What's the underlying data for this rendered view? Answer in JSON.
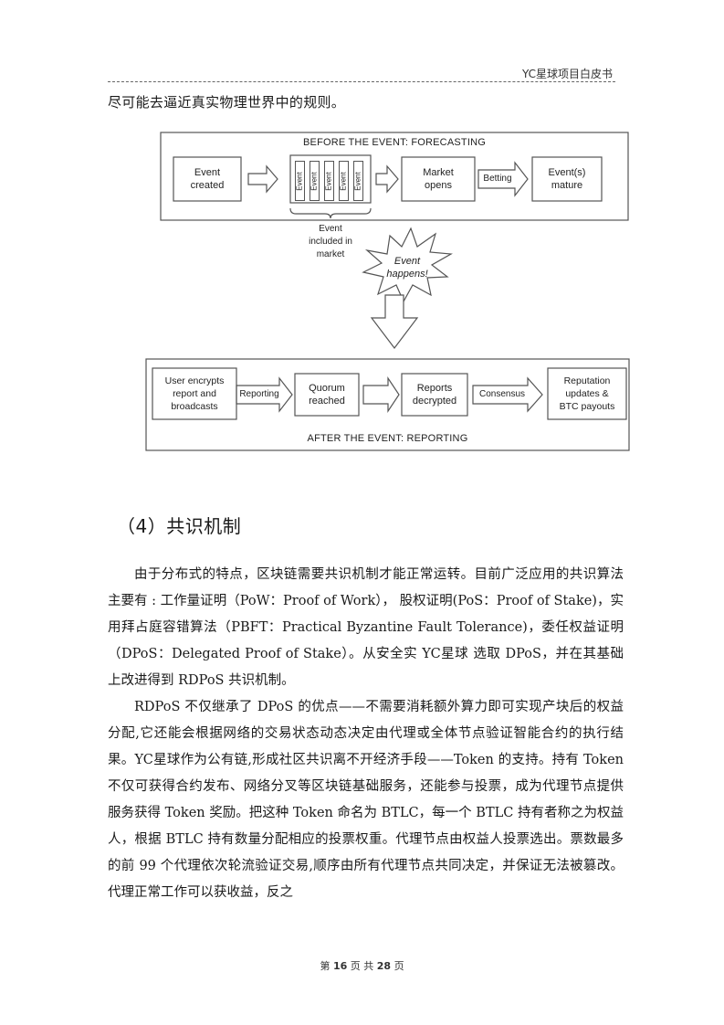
{
  "header": {
    "title": "YC星球项目白皮书"
  },
  "lead_line": "尽可能去逼近真实物理世界中的规则。",
  "figure": {
    "top_heading": "BEFORE THE EVENT: FORECASTING",
    "bottom_heading": "AFTER THE EVENT: REPORTING",
    "forecast_boxes": [
      "Event\ncreated",
      "Market\nopens",
      "Event(s)\nmature"
    ],
    "event_cards": [
      "Event",
      "Event",
      "Event",
      "Event",
      "Event"
    ],
    "betting_label": "Betting",
    "included_label": "Event\nincluded in\nmarket",
    "burst_label": "Event\nhappens!",
    "report_boxes": [
      "User encrypts\nreport and\nbroadcasts",
      "Quorum\nreached",
      "Reports\ndecrypted",
      "Reputation\nupdates &\nBTC payouts"
    ],
    "reporting_label": "Reporting",
    "consensus_label": "Consensus"
  },
  "section": {
    "heading": "（4）共识机制"
  },
  "paragraphs": [
    "由于分布式的特点，区块链需要共识机制才能正常运转。目前广泛应用的共识算法主要有 : 工作量证明（PoW：Proof of Work），  股权证明(PoS：Proof of Stake)，实用拜占庭容错算法（PBFT：Practical Byzantine Fault Tolerance)，委任权益证明（DPoS：Delegated Proof of Stake）。从安全实 YC星球 选取 DPoS，并在其基础上改进得到 RDPoS 共识机制。",
    "RDPoS 不仅继承了 DPoS 的优点——不需要消耗额外算力即可实现产块后的权益分配,它还能会根据网络的交易状态动态决定由代理或全体节点验证智能合约的执行结果。YC星球作为公有链,形成社区共识离不开经济手段——Token 的支持。持有 Token 不仅可获得合约发布、网络分叉等区块链基础服务，还能参与投票，成为代理节点提供服务获得 Token 奖励。把这种 Token 命名为 BTLC，每一个 BTLC 持有者称之为权益人，根据 BTLC 持有数量分配相应的投票权重。代理节点由权益人投票选出。票数最多的前 99 个代理依次轮流验证交易,顺序由所有代理节点共同决定，并保证无法被篡改。代理正常工作可以获收益，反之"
  ],
  "footer": {
    "prefix": "第",
    "page": "16",
    "middle": "页 共",
    "total": "28",
    "suffix": "页"
  }
}
